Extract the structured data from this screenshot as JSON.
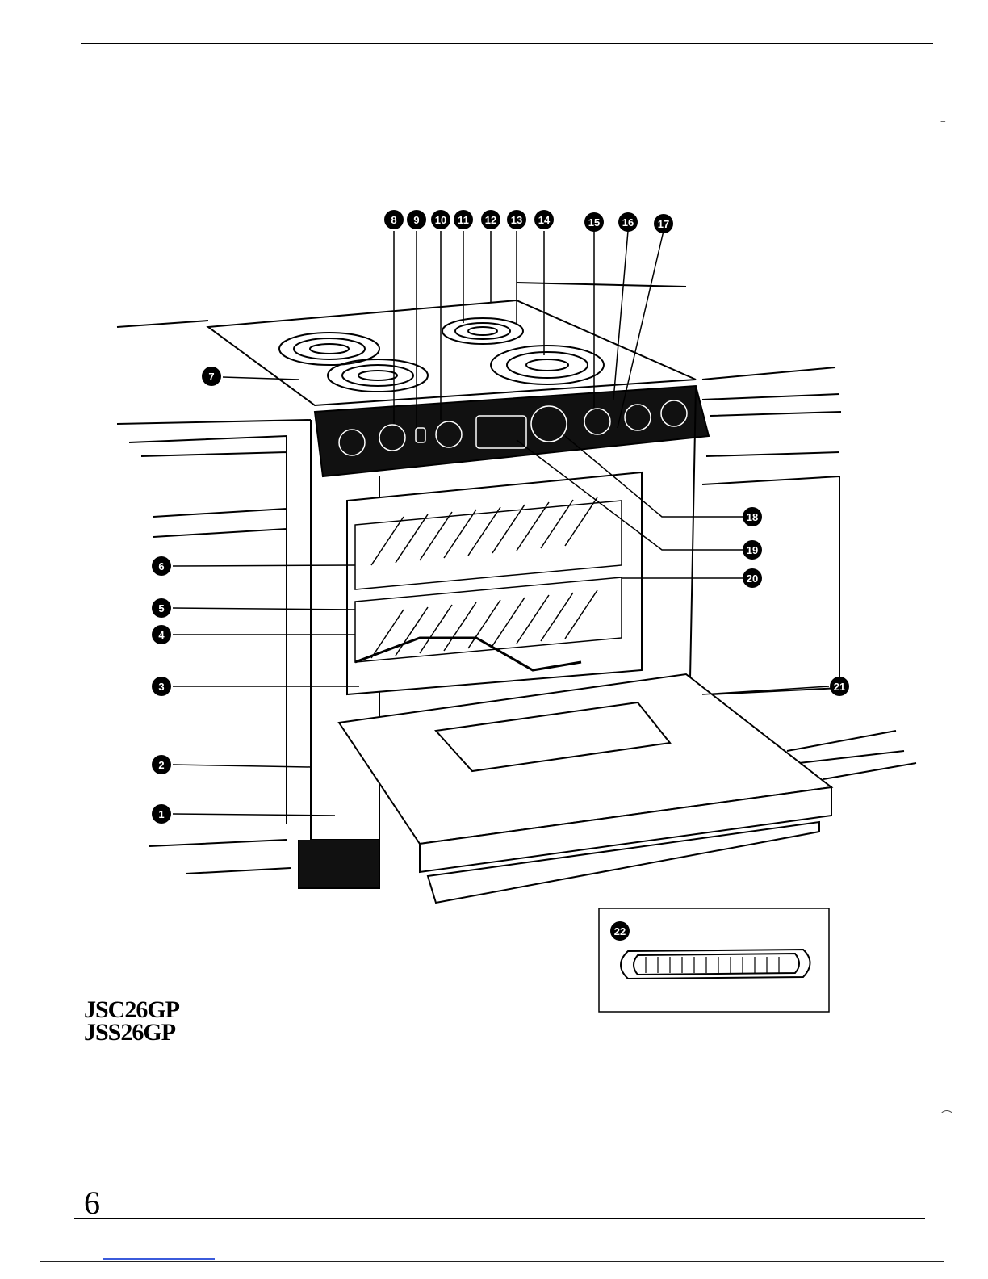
{
  "callouts": [
    "1",
    "2",
    "3",
    "4",
    "5",
    "6",
    "7",
    "8",
    "9",
    "10",
    "11",
    "12",
    "13",
    "14",
    "15",
    "16",
    "17",
    "18",
    "19",
    "20",
    "21",
    "22"
  ],
  "models": [
    "JSC26GP",
    "JSS26GP"
  ],
  "page_number": "6",
  "colors": {
    "ink": "#000000",
    "paper": "#ffffff",
    "link_underline": "#3b5bdb"
  }
}
